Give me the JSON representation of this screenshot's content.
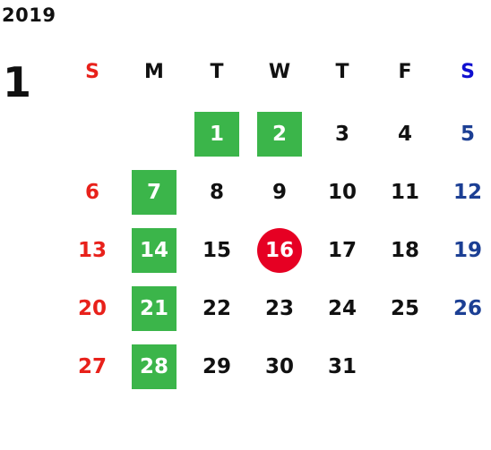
{
  "calendar": {
    "year": "2019",
    "month": "1",
    "weekdays": [
      {
        "label": "S",
        "color": "#e8211b"
      },
      {
        "label": "M",
        "color": "#111111"
      },
      {
        "label": "T",
        "color": "#111111"
      },
      {
        "label": "W",
        "color": "#111111"
      },
      {
        "label": "T",
        "color": "#111111"
      },
      {
        "label": "F",
        "color": "#111111"
      },
      {
        "label": "S",
        "color": "#1010d0"
      }
    ],
    "weeks": [
      [
        null,
        null,
        {
          "n": "1",
          "style": "green"
        },
        {
          "n": "2",
          "style": "green"
        },
        {
          "n": "3"
        },
        {
          "n": "4"
        },
        {
          "n": "5",
          "style": "saturday"
        }
      ],
      [
        {
          "n": "6",
          "style": "sunday"
        },
        {
          "n": "7",
          "style": "green"
        },
        {
          "n": "8"
        },
        {
          "n": "9"
        },
        {
          "n": "10"
        },
        {
          "n": "11"
        },
        {
          "n": "12",
          "style": "saturday"
        }
      ],
      [
        {
          "n": "13",
          "style": "sunday"
        },
        {
          "n": "14",
          "style": "green"
        },
        {
          "n": "15"
        },
        {
          "n": "16",
          "style": "today"
        },
        {
          "n": "17"
        },
        {
          "n": "18"
        },
        {
          "n": "19",
          "style": "saturday"
        }
      ],
      [
        {
          "n": "20",
          "style": "sunday"
        },
        {
          "n": "21",
          "style": "green"
        },
        {
          "n": "22"
        },
        {
          "n": "23"
        },
        {
          "n": "24"
        },
        {
          "n": "25"
        },
        {
          "n": "26",
          "style": "saturday"
        }
      ],
      [
        {
          "n": "27",
          "style": "sunday"
        },
        {
          "n": "28",
          "style": "green"
        },
        {
          "n": "29"
        },
        {
          "n": "30"
        },
        {
          "n": "31"
        },
        null,
        null
      ]
    ],
    "colors": {
      "highlight_green": "#3bb54a",
      "today_red": "#e60023",
      "sunday_red": "#e8211b",
      "saturday_blue": "#1c3f94",
      "header_saturday_blue": "#1010d0"
    }
  }
}
